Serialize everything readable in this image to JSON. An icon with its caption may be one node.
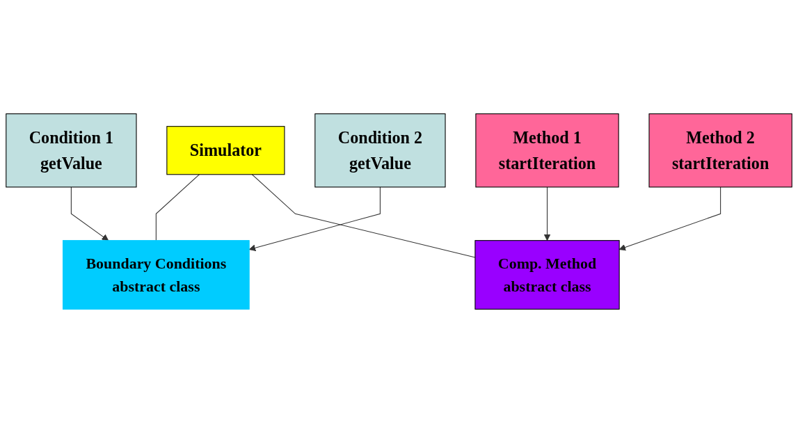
{
  "diagram": {
    "nodes": [
      {
        "text": [
          "Simulator"
        ]
      },
      {
        "text": [
          "Boundary Conditions",
          "abstract class"
        ]
      },
      {
        "text": [
          "Comp. Method",
          "abstract class"
        ]
      },
      {
        "text": [
          "Condition 1",
          "getValue"
        ]
      },
      {
        "text": [
          "Condition 2",
          "getValue"
        ]
      },
      {
        "text": [
          "Method 1",
          "startIteration"
        ]
      },
      {
        "text": [
          "Method 2",
          "startIteration"
        ]
      }
    ],
    "edges": [
      {
        "from": 0,
        "to": 1,
        "arrow": "none"
      },
      {
        "from": 0,
        "to": 2,
        "arrow": "none"
      },
      {
        "from": 3,
        "to": 1,
        "arrow": "to"
      },
      {
        "from": 4,
        "to": 1,
        "arrow": "to"
      },
      {
        "from": 5,
        "to": 2,
        "arrow": "to"
      },
      {
        "from": 6,
        "to": 2,
        "arrow": "to"
      }
    ]
  }
}
